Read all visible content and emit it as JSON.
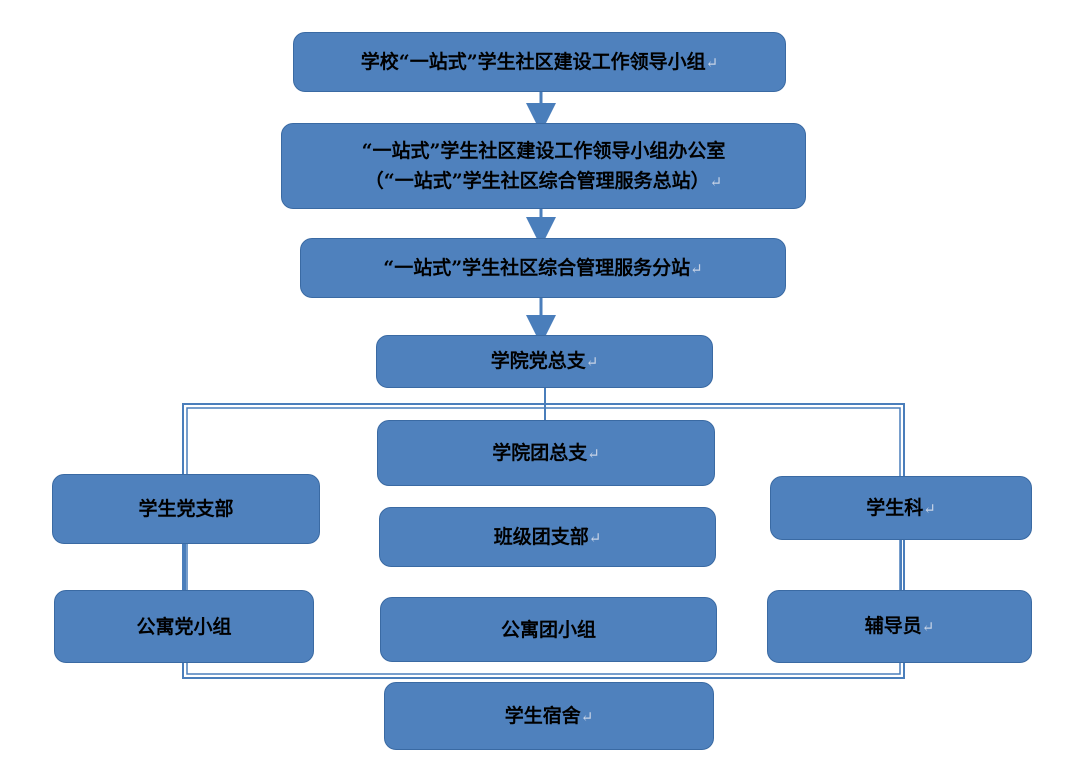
{
  "return_mark": "↵",
  "nodes": {
    "leadership_group": "学校“一站式”学生社区建设工作领导小组",
    "office_line1": "“一站式”学生社区建设工作领导小组办公室",
    "office_line2": "（“一站式”学生社区综合管理服务总站）",
    "branch_station": "“一站式”学生社区综合管理服务分站",
    "college_party_branch": "学院党总支",
    "college_league_branch": "学院团总支",
    "class_league_branch": "班级团支部",
    "apartment_league_group": "公寓团小组",
    "student_party_branch": "学生党支部",
    "apartment_party_group": "公寓党小组",
    "student_affairs": "学生科",
    "counselor": "辅导员",
    "dormitory": "学生宿舍"
  },
  "colors": {
    "box_fill": "#4f81bd",
    "box_border": "#3a6aa3",
    "connector": "#4a7ebb",
    "text": "#000000"
  }
}
